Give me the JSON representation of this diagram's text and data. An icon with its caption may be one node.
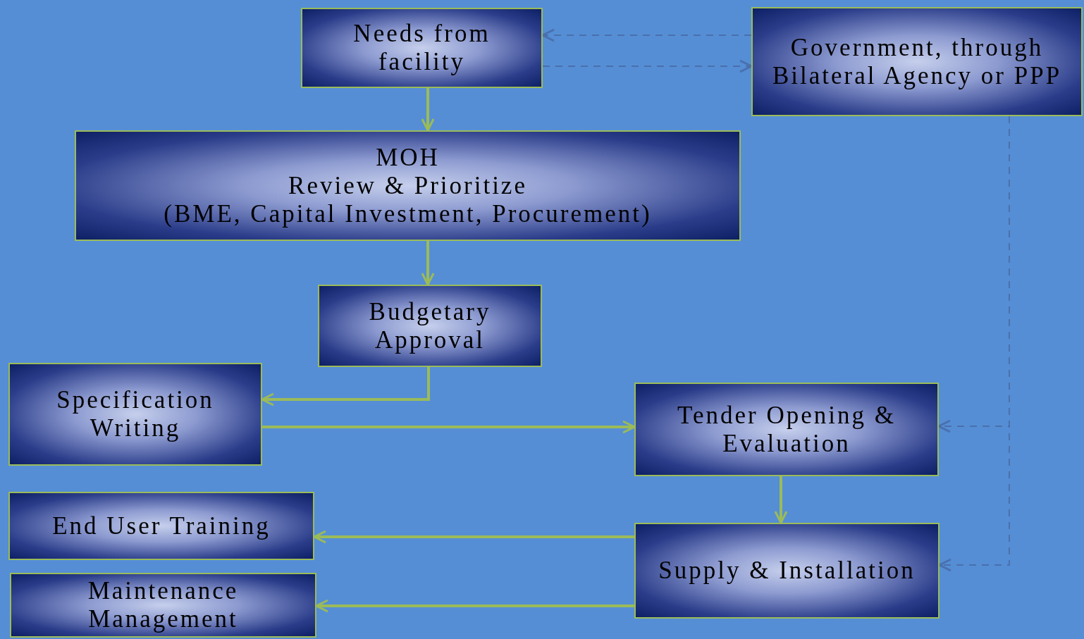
{
  "diagram": {
    "nodes": [
      {
        "text": [
          "Needs from facility"
        ]
      },
      {
        "text": [
          "Government, through Bilateral Agency or PPP"
        ]
      },
      {
        "text": [
          "MOH",
          "Review & Prioritize",
          "(BME, Capital Investment, Procurement)"
        ]
      },
      {
        "text": [
          "Budgetary Approval"
        ]
      },
      {
        "text": [
          "Specification Writing"
        ]
      },
      {
        "text": [
          "Tender Opening & Evaluation"
        ]
      },
      {
        "text": [
          "End User Training"
        ]
      },
      {
        "text": [
          "Supply & Installation"
        ]
      },
      {
        "text": [
          "Maintenance Management"
        ]
      }
    ],
    "edges": [
      {
        "from": 1,
        "to": 0,
        "arrow": "to",
        "style": "dashed",
        "color": "#4a70ad"
      },
      {
        "from": 0,
        "to": 1,
        "arrow": "to",
        "style": "dashed",
        "color": "#4a70ad"
      },
      {
        "from": 0,
        "to": 2,
        "arrow": "to"
      },
      {
        "from": 2,
        "to": 3,
        "arrow": "to"
      },
      {
        "from": 3,
        "to": 4,
        "arrow": "to"
      },
      {
        "from": 4,
        "to": 5,
        "arrow": "to"
      },
      {
        "from": 5,
        "to": 7,
        "arrow": "to"
      },
      {
        "from": 7,
        "to": 6,
        "arrow": "to"
      },
      {
        "from": 7,
        "to": 8,
        "arrow": "to"
      },
      {
        "from": 1,
        "to": 5,
        "arrow": "to",
        "style": "dashed",
        "color": "#4a70ad"
      },
      {
        "from": 1,
        "to": 7,
        "arrow": "to",
        "style": "dashed",
        "color": "#4a70ad"
      }
    ]
  }
}
